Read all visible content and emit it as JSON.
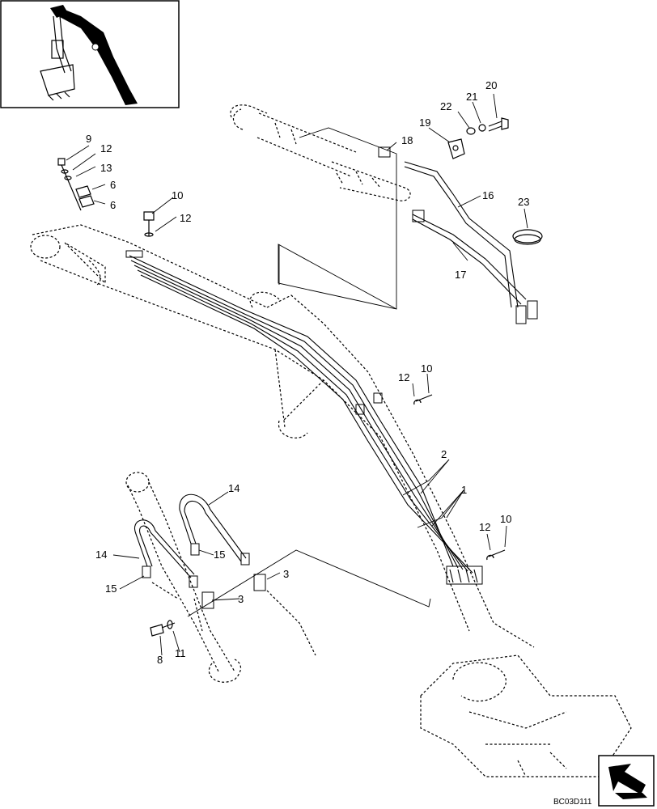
{
  "drawing_code": "BC03D111",
  "callouts": {
    "c1": "1",
    "c2": "2",
    "c3a": "3",
    "c3b": "3",
    "c6a": "6",
    "c6b": "6",
    "c8": "8",
    "c9": "9",
    "c10a": "10",
    "c10b": "10",
    "c10c": "10",
    "c11": "11",
    "c12a": "12",
    "c12b": "12",
    "c12c": "12",
    "c12d": "12",
    "c13": "13",
    "c14a": "14",
    "c14b": "14",
    "c15a": "15",
    "c15b": "15",
    "c16": "16",
    "c17": "17",
    "c18": "18",
    "c19": "19",
    "c20": "20",
    "c21": "21",
    "c22": "22",
    "c23": "23"
  },
  "icons": {
    "thumbnail": "excavator-arm-thumbnail",
    "navigation": "arrow-corner-icon"
  }
}
